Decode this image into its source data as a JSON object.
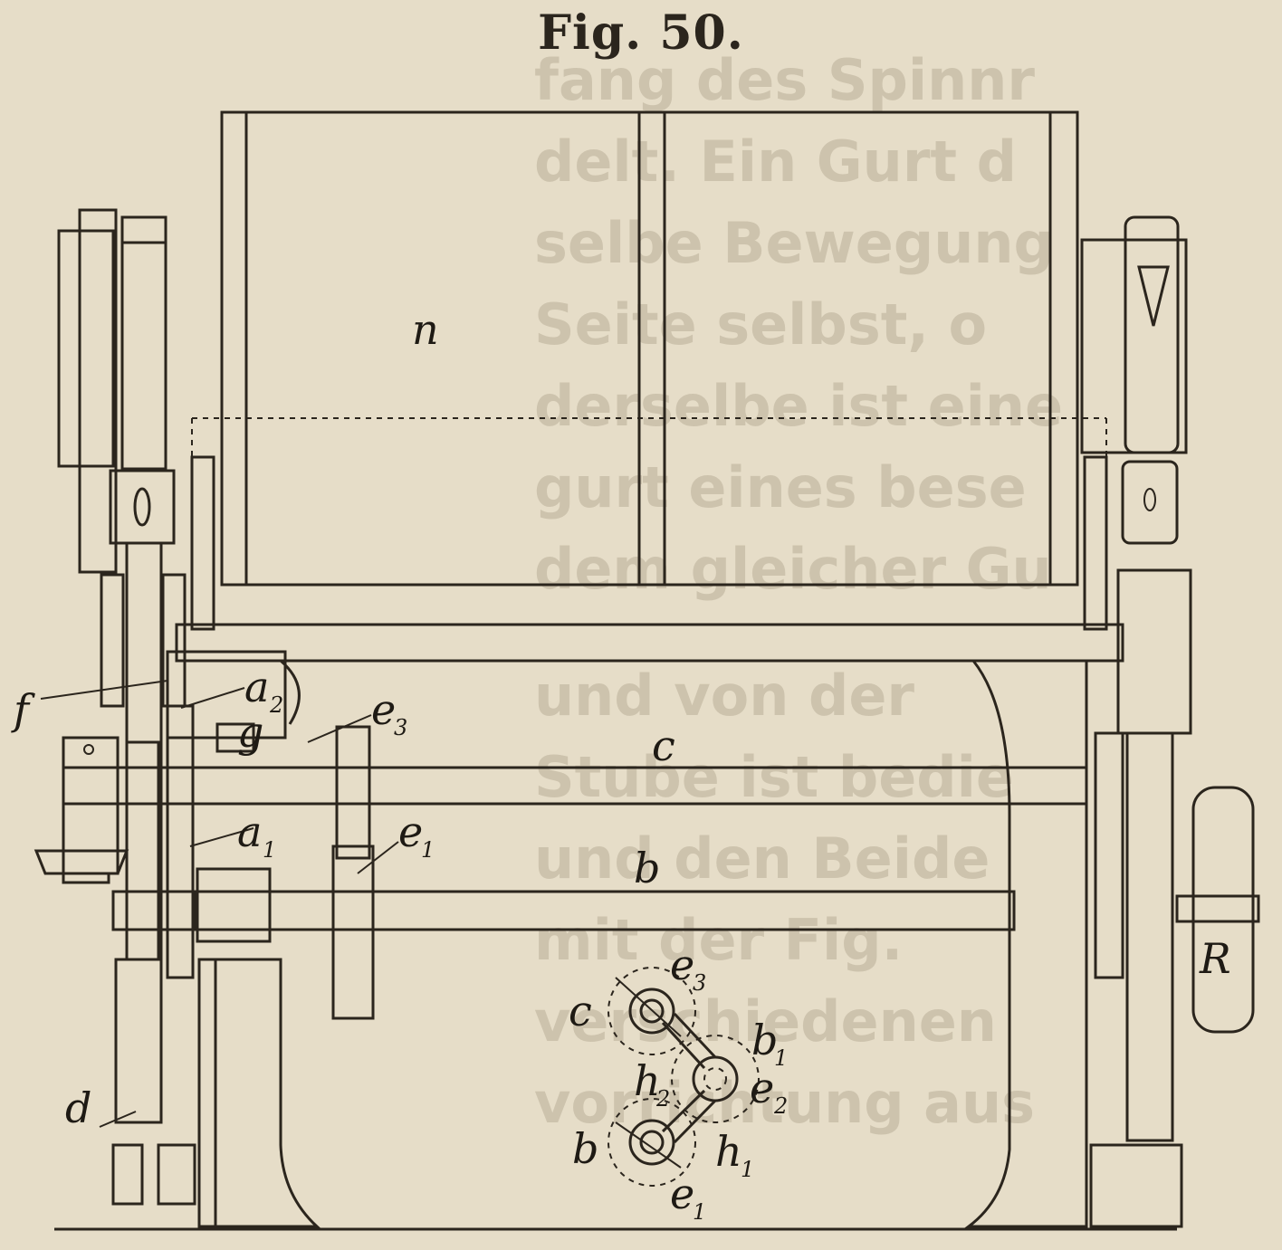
{
  "figure": {
    "title": "Fig. 50."
  },
  "labels": {
    "n": "n",
    "f": "f",
    "a2": "a",
    "a2_sub": "2",
    "g": "g",
    "e3": "e",
    "e3_sub": "3",
    "c": "c",
    "a1": "a",
    "a1_sub": "1",
    "e1": "e",
    "e1_sub": "1",
    "b": "b",
    "d": "d",
    "R": "R",
    "inset_e3": "e",
    "inset_e3_sub": "3",
    "inset_c": "c",
    "inset_b1": "b",
    "inset_b1_sub": "1",
    "inset_h2": "h",
    "inset_h2_sub": "2",
    "inset_e2": "e",
    "inset_e2_sub": "2",
    "inset_b": "b",
    "inset_h1": "h",
    "inset_h1_sub": "1",
    "inset_e1": "e",
    "inset_e1_sub": "1"
  },
  "colors": {
    "paper": "#e6ddc8",
    "ink": "#2b251d"
  }
}
